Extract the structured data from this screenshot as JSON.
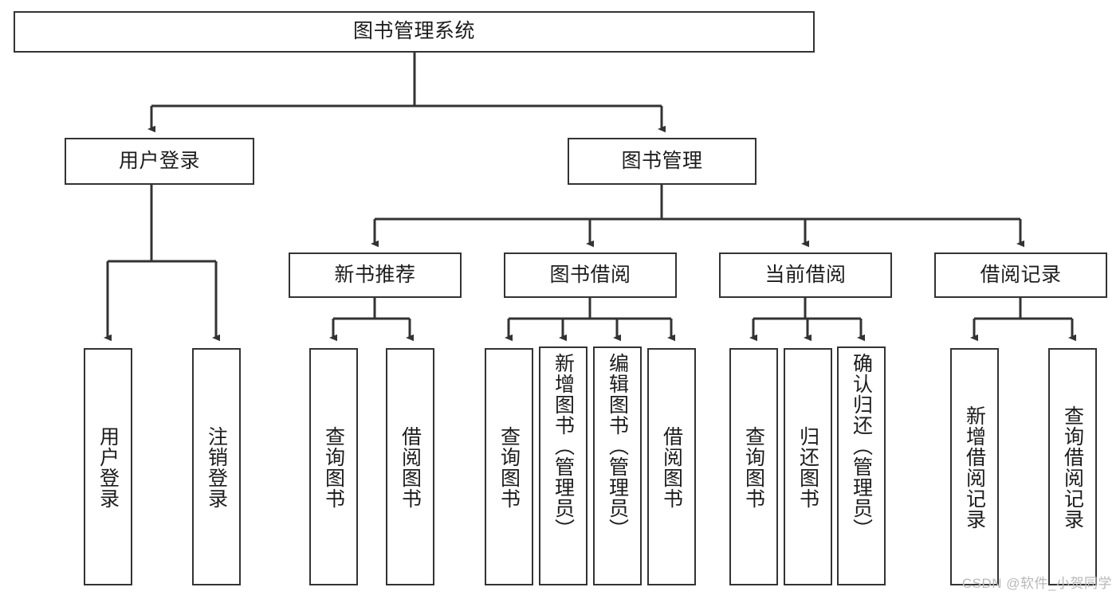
{
  "diagram": {
    "type": "tree-hierarchy",
    "title": "图书管理系统",
    "watermark": "CSDN @软件_小贺同学",
    "colors": {
      "box_border": "#333333",
      "box_fill": "#ffffff",
      "connector": "#333333",
      "text": "#1c1c1c",
      "watermark": "#b8b8b8"
    },
    "levels": {
      "root": {
        "label": "图书管理系统"
      },
      "level2": [
        {
          "id": "user-login",
          "label": "用户登录"
        },
        {
          "id": "book-management",
          "label": "图书管理"
        }
      ],
      "level3": [
        {
          "id": "new-book-recommend",
          "label": "新书推荐"
        },
        {
          "id": "book-borrow",
          "label": "图书借阅"
        },
        {
          "id": "current-borrow",
          "label": "当前借阅"
        },
        {
          "id": "borrow-record",
          "label": "借阅记录"
        }
      ],
      "leaves": [
        {
          "id": "leaf-user-login",
          "label": "用户登录",
          "parent": "user-login"
        },
        {
          "id": "leaf-logout-login",
          "label": "注销登录",
          "parent": "user-login"
        },
        {
          "id": "leaf-query-book-1",
          "label": "查询图书",
          "parent": "new-book-recommend"
        },
        {
          "id": "leaf-borrow-book-1",
          "label": "借阅图书",
          "parent": "new-book-recommend"
        },
        {
          "id": "leaf-query-book-2",
          "label": "查询图书",
          "parent": "book-borrow"
        },
        {
          "id": "leaf-add-book",
          "label": "新增图书（管理员）",
          "parent": "book-borrow"
        },
        {
          "id": "leaf-edit-book",
          "label": "编辑图书（管理员）",
          "parent": "book-borrow"
        },
        {
          "id": "leaf-borrow-book-2",
          "label": "借阅图书",
          "parent": "book-borrow"
        },
        {
          "id": "leaf-query-book-3",
          "label": "查询图书",
          "parent": "current-borrow"
        },
        {
          "id": "leaf-return-book",
          "label": "归还图书",
          "parent": "current-borrow"
        },
        {
          "id": "leaf-confirm-return",
          "label": "确认归还（管理员）",
          "parent": "current-borrow"
        },
        {
          "id": "leaf-add-record",
          "label": "新增借阅记录",
          "parent": "borrow-record"
        },
        {
          "id": "leaf-query-record",
          "label": "查询借阅记录",
          "parent": "borrow-record"
        }
      ]
    }
  }
}
